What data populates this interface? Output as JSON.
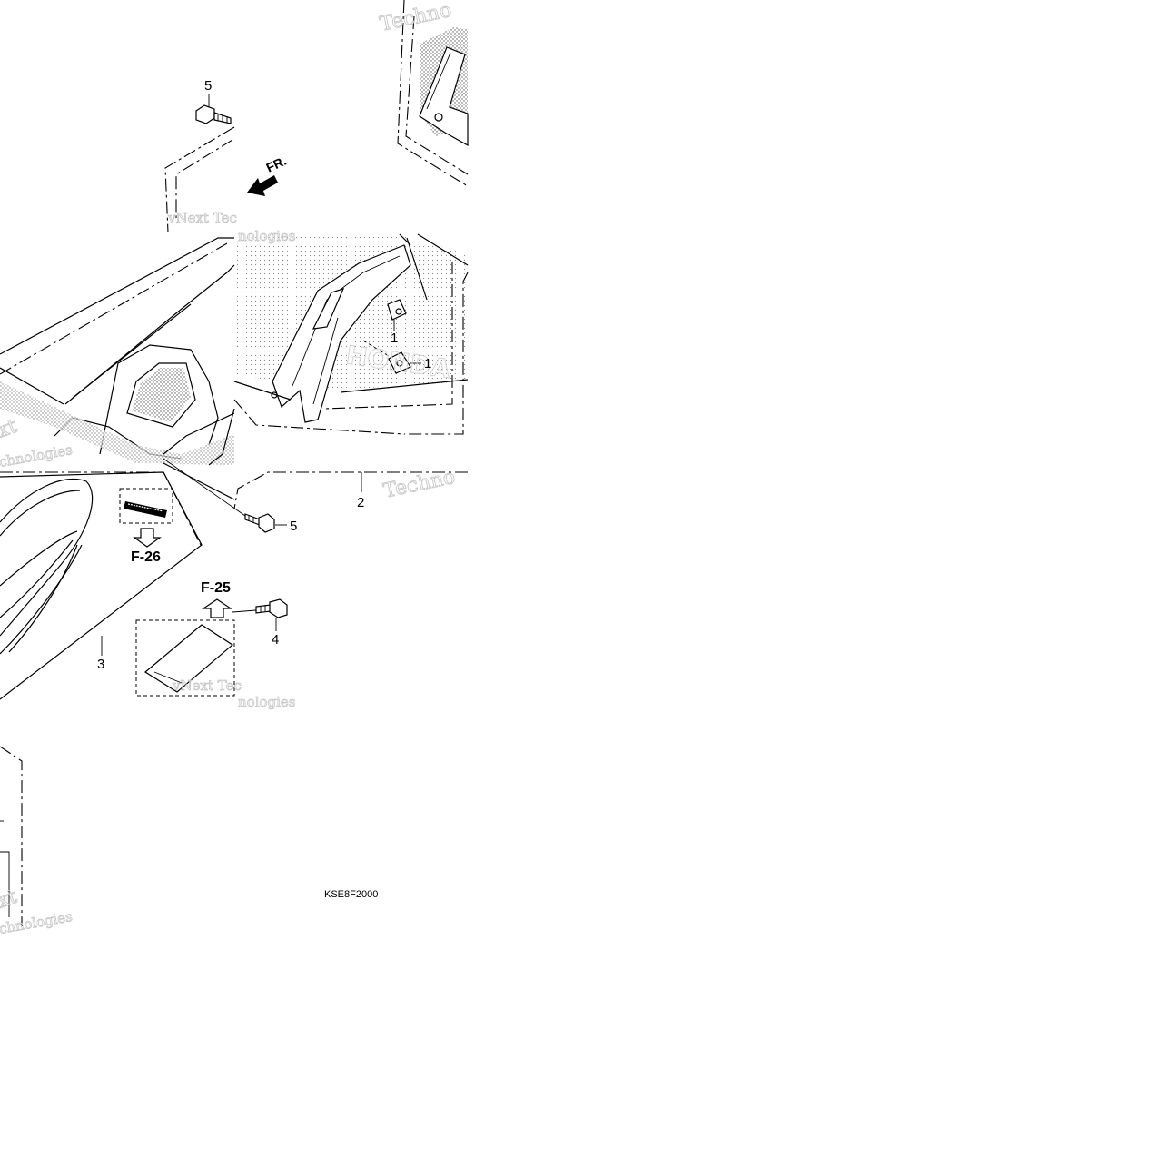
{
  "diagram": {
    "part_code": "KSE8F2000",
    "callouts": {
      "c1a": "1",
      "c1b": "1",
      "c2": "2",
      "c3": "3",
      "c4": "4",
      "c5a": "5",
      "c5b": "5"
    },
    "refs": {
      "f25": "F-25",
      "f26": "F-26"
    },
    "direction_label": "FR.",
    "watermark": {
      "w1": "Techno",
      "w2": "vNext Tec",
      "w3": "nologies",
      "w4": "xt",
      "w5": "chnologies",
      "w6": "Techno",
      "w7": "vNext Tec",
      "w8": "nologies",
      "w9": "xt",
      "w10": "chnologies"
    },
    "decal_text": "HONDA"
  }
}
